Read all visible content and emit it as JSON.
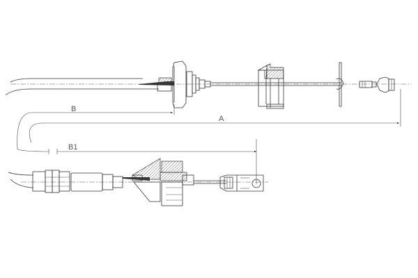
{
  "diagram": {
    "type": "technical-drawing",
    "subject": "clutch cable assembly",
    "dimensions": {
      "a_label": "A",
      "b_label": "B",
      "b1_label": "B1"
    }
  }
}
